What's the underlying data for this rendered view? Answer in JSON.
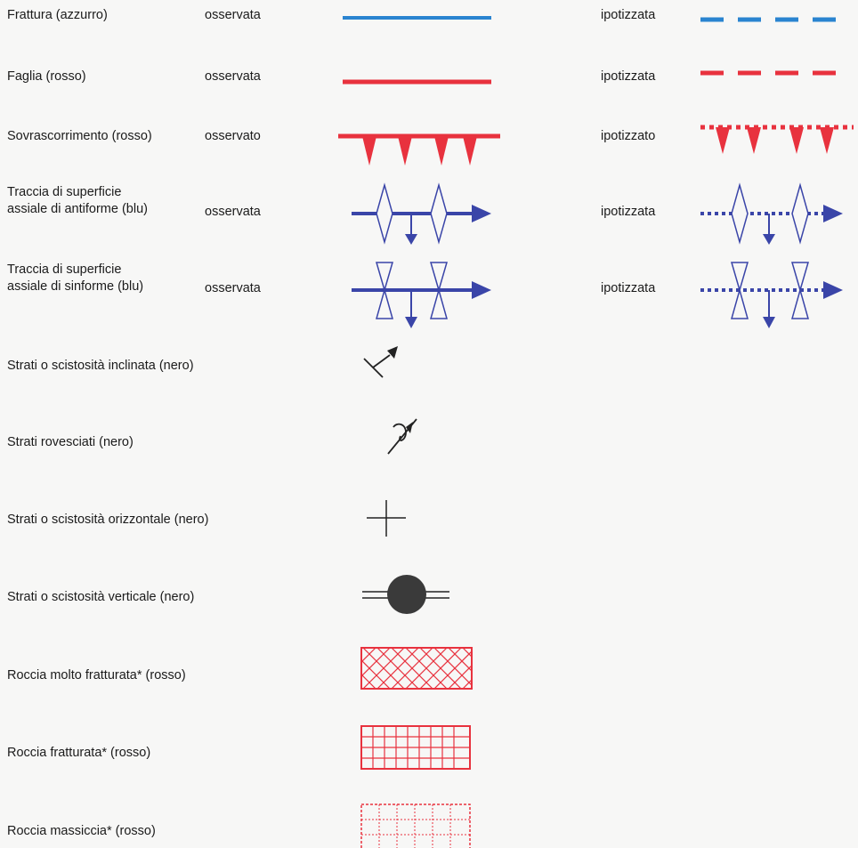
{
  "rows": [
    {
      "key": "frattura",
      "label_lines": [
        "Frattura (azzurro)"
      ],
      "observed": "osservata",
      "hypothesized": "ipotizzata",
      "color": "#2a84d0"
    },
    {
      "key": "faglia",
      "label_lines": [
        "Faglia (rosso)"
      ],
      "observed": "osservata",
      "hypothesized": "ipotizzata",
      "color": "#e8323e"
    },
    {
      "key": "sovrascorrimento",
      "label_lines": [
        "Sovrascorrimento (rosso)"
      ],
      "observed": "osservato",
      "hypothesized": "ipotizzato",
      "color": "#e8323e"
    },
    {
      "key": "antiforme",
      "label_lines": [
        "Traccia di superficie",
        "assiale di antiforme (blu)"
      ],
      "observed": "osservata",
      "hypothesized": "ipotizzata",
      "color": "#3a45a8"
    },
    {
      "key": "sinforme",
      "label_lines": [
        "Traccia di superficie",
        "assiale di sinforme (blu)"
      ],
      "observed": "osservata",
      "hypothesized": "ipotizzata",
      "color": "#3a45a8"
    },
    {
      "key": "inclinata",
      "label_lines": [
        "Strati o scistosità inclinata (nero)"
      ],
      "color": "#222222"
    },
    {
      "key": "rovesciati",
      "label_lines": [
        "Strati rovesciati (nero)"
      ],
      "color": "#222222"
    },
    {
      "key": "orizzontale",
      "label_lines": [
        "Strati o scistosità orizzontale (nero)"
      ],
      "color": "#222222"
    },
    {
      "key": "verticale",
      "label_lines": [
        "Strati o scistosità verticale (nero)"
      ],
      "color": "#222222"
    },
    {
      "key": "molto-fratturata",
      "label_lines": [
        "Roccia molto fratturata* (rosso)"
      ],
      "color": "#e8323e"
    },
    {
      "key": "fratturata",
      "label_lines": [
        "Roccia fratturata* (rosso)"
      ],
      "color": "#e8323e"
    },
    {
      "key": "massiccia",
      "label_lines": [
        "Roccia massiccia* (rosso)"
      ],
      "color": "#e8323e"
    }
  ]
}
